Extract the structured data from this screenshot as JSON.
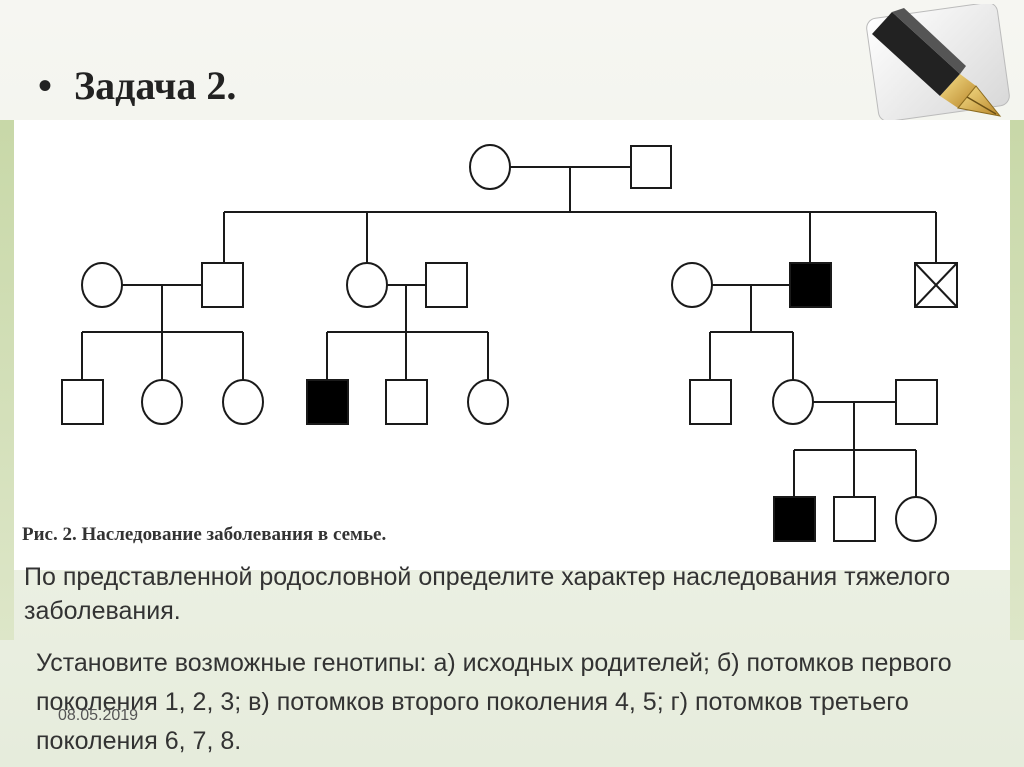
{
  "slide": {
    "bullet": "•",
    "title": "Задача 2."
  },
  "figure": {
    "caption": "Рис. 2. Наследование заболевания в семье."
  },
  "task": {
    "paragraph1": "По представленной родословной определите характер наследования тяжелого заболевания.",
    "paragraph2": "Установите возможные генотипы: а) исходных родителей; б) потомков первого поколения 1, 2, 3; в) потомков второго поколения 4, 5; г) потомков третьего поколения 6, 7, 8."
  },
  "footer": {
    "date": "08.05.2019"
  },
  "colors": {
    "affected": "#000000",
    "unaffected": "#ffffff",
    "accent_band": "#c8d8a8"
  },
  "icons": {
    "logo": "fountain-pen-icon"
  }
}
